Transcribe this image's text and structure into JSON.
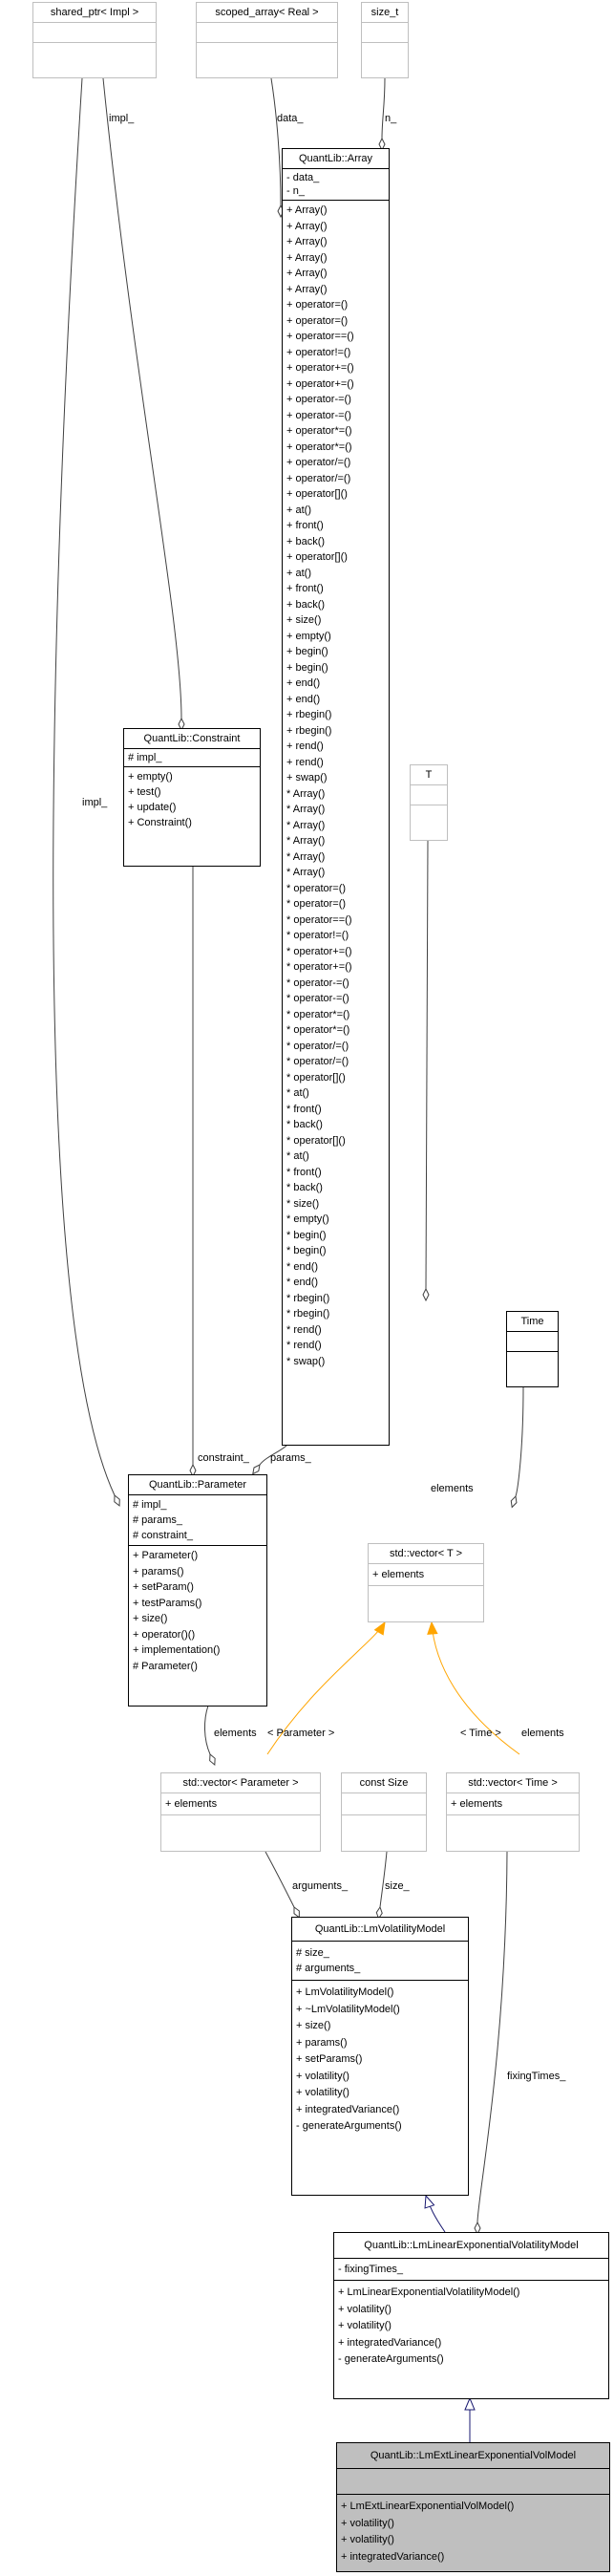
{
  "nodes": {
    "shared_ptr": {
      "title": "shared_ptr< Impl >",
      "attributes": [],
      "operations": []
    },
    "scoped_array": {
      "title": "scoped_array< Real >",
      "attributes": [],
      "operations": []
    },
    "size_t": {
      "title": "size_t",
      "attributes": [],
      "operations": []
    },
    "array": {
      "title": "QuantLib::Array",
      "attributes": [
        "- data_",
        "- n_"
      ],
      "operations": [
        "+ Array()",
        "+ Array()",
        "+ Array()",
        "+ Array()",
        "+ Array()",
        "+ Array()",
        "+ operator=()",
        "+ operator=()",
        "+ operator==()",
        "+ operator!=()",
        "+ operator+=()",
        "+ operator+=()",
        "+ operator-=()",
        "+ operator-=()",
        "+ operator*=()",
        "+ operator*=()",
        "+ operator/=()",
        "+ operator/=()",
        "+ operator[]()",
        "+ at()",
        "+ front()",
        "+ back()",
        "+ operator[]()",
        "+ at()",
        "+ front()",
        "+ back()",
        "+ size()",
        "+ empty()",
        "+ begin()",
        "+ begin()",
        "+ end()",
        "+ end()",
        "+ rbegin()",
        "+ rbegin()",
        "+ rend()",
        "+ rend()",
        "+ swap()",
        "* Array()",
        "* Array()",
        "* Array()",
        "* Array()",
        "* Array()",
        "* Array()",
        "* operator=()",
        "* operator=()",
        "* operator==()",
        "* operator!=()",
        "* operator+=()",
        "* operator+=()",
        "* operator-=()",
        "* operator-=()",
        "* operator*=()",
        "* operator*=()",
        "* operator/=()",
        "* operator/=()",
        "* operator[]()",
        "* at()",
        "* front()",
        "* back()",
        "* operator[]()",
        "* at()",
        "* front()",
        "* back()",
        "* size()",
        "* empty()",
        "* begin()",
        "* begin()",
        "* end()",
        "* end()",
        "* rbegin()",
        "* rbegin()",
        "* rend()",
        "* rend()",
        "* swap()"
      ]
    },
    "constraint": {
      "title": "QuantLib::Constraint",
      "attributes": [
        "# impl_"
      ],
      "operations": [
        "+ empty()",
        "+ test()",
        "+ update()",
        "+ Constraint()"
      ]
    },
    "T": {
      "title": "T",
      "attributes": [],
      "operations": []
    },
    "parameter": {
      "title": "QuantLib::Parameter",
      "attributes": [
        "# impl_",
        "# params_",
        "# constraint_"
      ],
      "operations": [
        "+ Parameter()",
        "+ params()",
        "+ setParam()",
        "+ testParams()",
        "+ size()",
        "+ operator()()",
        "+ implementation()",
        "# Parameter()"
      ]
    },
    "vector_T": {
      "title": "std::vector< T >",
      "attributes": [
        "+ elements"
      ],
      "operations": []
    },
    "time": {
      "title": "Time",
      "attributes": [],
      "operations": []
    },
    "vector_param": {
      "title": "std::vector< Parameter >",
      "attributes": [
        "+ elements"
      ],
      "operations": []
    },
    "const_size": {
      "title": "const Size",
      "attributes": [],
      "operations": []
    },
    "vector_time": {
      "title": "std::vector< Time >",
      "attributes": [
        "+ elements"
      ],
      "operations": []
    },
    "lm_vol": {
      "title": "QuantLib::LmVolatilityModel",
      "attributes": [
        "# size_",
        "# arguments_"
      ],
      "operations": [
        "+ LmVolatilityModel()",
        "+ ~LmVolatilityModel()",
        "+ size()",
        "+ params()",
        "+ setParams()",
        "+ volatility()",
        "+ volatility()",
        "+ integratedVariance()",
        "- generateArguments()"
      ]
    },
    "lm_linear": {
      "title": "QuantLib::LmLinearExponentialVolatilityModel",
      "attributes": [
        "- fixingTimes_"
      ],
      "operations": [
        "+ LmLinearExponentialVolatilityModel()",
        "+ volatility()",
        "+ volatility()",
        "+ integratedVariance()",
        "- generateArguments()"
      ]
    },
    "lm_ext": {
      "title": "QuantLib::LmExtLinearExponentialVolModel",
      "attributes": [],
      "operations": [
        "+ LmExtLinearExponentialVolModel()",
        "+ volatility()",
        "+ volatility()",
        "+ integratedVariance()"
      ]
    }
  },
  "edge_labels": {
    "impl_top": "impl_",
    "data": "data_",
    "n": "n_",
    "impl_left": "impl_",
    "constraint": "constraint_",
    "params": "params_",
    "elements_T": "elements",
    "param_tpl": "< Parameter >",
    "time_tpl": "< Time >",
    "elements_time": "elements",
    "elements_param": "elements",
    "arguments": "arguments_",
    "size": "size_",
    "fixing": "fixingTimes_"
  },
  "colors": {
    "selected_fill": "#bfbfbf",
    "grey_border": "#bfbfbf",
    "inheritance": "#191970",
    "template": "#ffa500",
    "association": "#404040"
  }
}
